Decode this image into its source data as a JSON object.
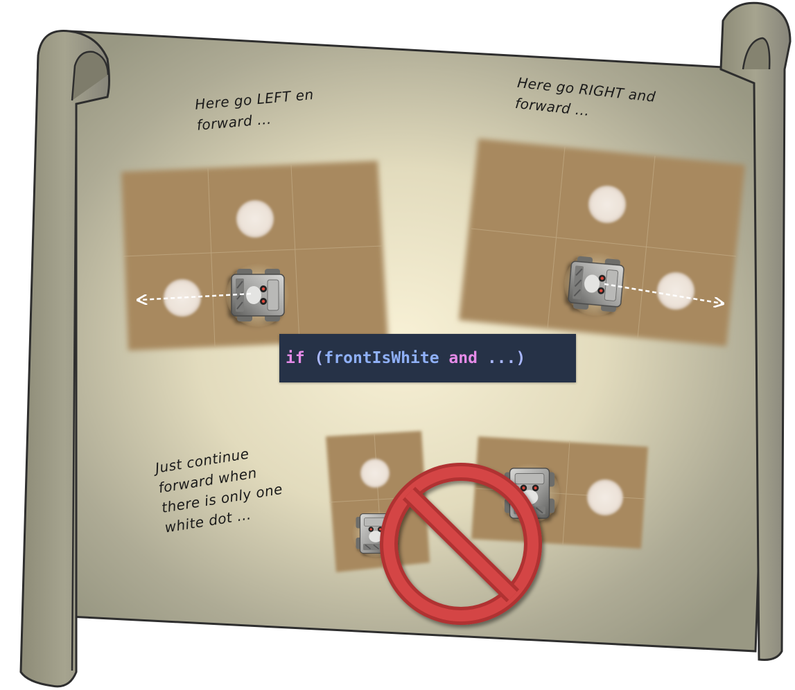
{
  "notes": {
    "left": "Here go LEFT en\nforward ...",
    "right": "Here go RIGHT and\nforward ...",
    "bottom": "Just continue\nforward when\nthere is only one\nwhite dot ..."
  },
  "code": {
    "keyword_if": "if",
    "paren_open": " (",
    "identifier": "frontIsWhite",
    "keyword_and": " and",
    "rest": " ...)"
  },
  "colors": {
    "scroll": "#a09f8a",
    "scroll_edge": "#3a3a3a",
    "parchment_center": "#f6efd5",
    "board": "#a8895e",
    "white_dot": "#efe6dc",
    "prohibition": "#c93a3a",
    "code_bg": "#263247"
  },
  "icons": {
    "robot": "robot-icon",
    "prohibited": "prohibited-icon",
    "arrow": "double-arrow-icon"
  }
}
